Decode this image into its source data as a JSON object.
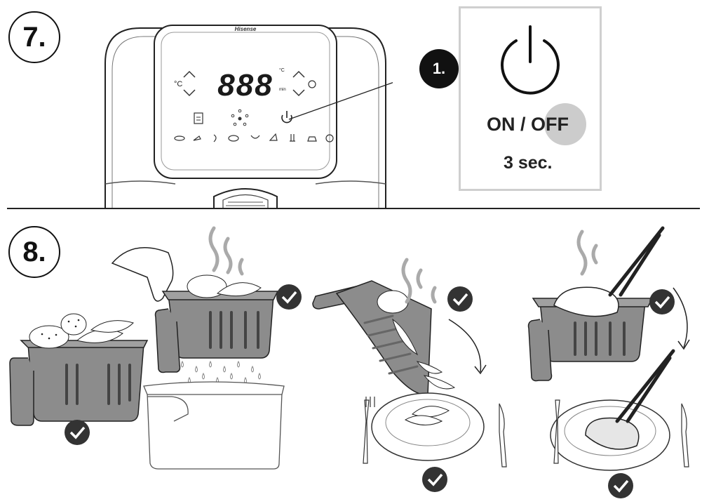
{
  "step7": {
    "label": "7.",
    "brand": "Hisense",
    "display_digits": "888",
    "unit_celsius": "°C",
    "unit_min": "min",
    "callout": "1.",
    "panel": {
      "on_label": "ON /",
      "off_label": "OFF",
      "duration": "3 sec."
    }
  },
  "step8": {
    "label": "8."
  },
  "colors": {
    "ink": "#111111",
    "panel_border": "#cfcfcf",
    "off_highlight": "#cccccc",
    "basket_gray": "#8c8c8c"
  },
  "icons": [
    "power-icon",
    "check-icon",
    "steam-icon",
    "fork-icon",
    "knife-icon",
    "tongs-icon"
  ]
}
